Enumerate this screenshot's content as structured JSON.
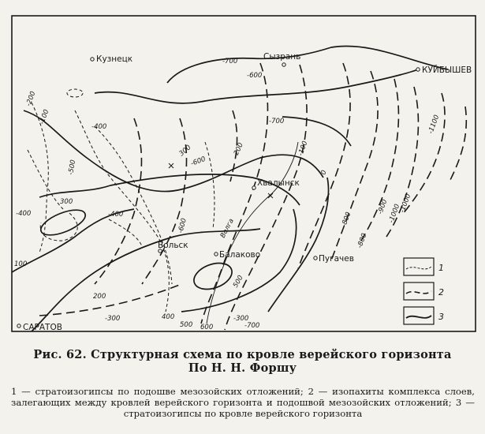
{
  "caption": {
    "line1": "Рис. 62. Структурная схема по кровле верейского горизонта",
    "line2": "По Н. Н. Форшу"
  },
  "legend_text": "1 — стратоизогипсы по подошве мезозойских отложений; 2 — изопахиты комплекса слоев, залегающих между кровлей верейского горизонта и подошвой мезозойских отложений; 3 — стратоизогипсы по кровле верейского горизонта",
  "cities": {
    "kuznetsk": "Кузнецк",
    "syzran": "Сызрань",
    "kuibyshev": "КУЙБЫШЕВ",
    "khvalynsk": "Хвалынск",
    "volsk": "Вольск",
    "balakovo": "Балаково",
    "pugachev": "Пугачев",
    "saratov": "САРАТОВ"
  },
  "river": "Волга",
  "contour_labels": {
    "n700_top": "-700",
    "n600_syzran": "-600",
    "n200_west": "-200",
    "n100_west": "-100",
    "n400_left": "-400",
    "p300_mid": "300",
    "n600_mid": "-600",
    "n200_mid": "-200",
    "n700_mid": "-700",
    "n100_east": "-100",
    "zero_east": "0",
    "n500_left": "-500",
    "p300_left": "300",
    "n400_far_left": "-400",
    "n400_center": "-400",
    "p100_left": "100",
    "n800_east": "-800",
    "n800_east2": "-800",
    "n900_east": "-900",
    "n1000_east": "-1000",
    "n1000_far": "-1000",
    "n1100_far": "-1100",
    "n600_volsk": "-600",
    "p500_bal": "500",
    "p200_bot": "200",
    "n300_bot": "-300",
    "p400_bot": "400",
    "p500_bot": "500",
    "p600_bot": "600",
    "p700_bot": "-700",
    "p300_low": "-300"
  },
  "legend_numbers": [
    "1",
    "2",
    "3"
  ]
}
